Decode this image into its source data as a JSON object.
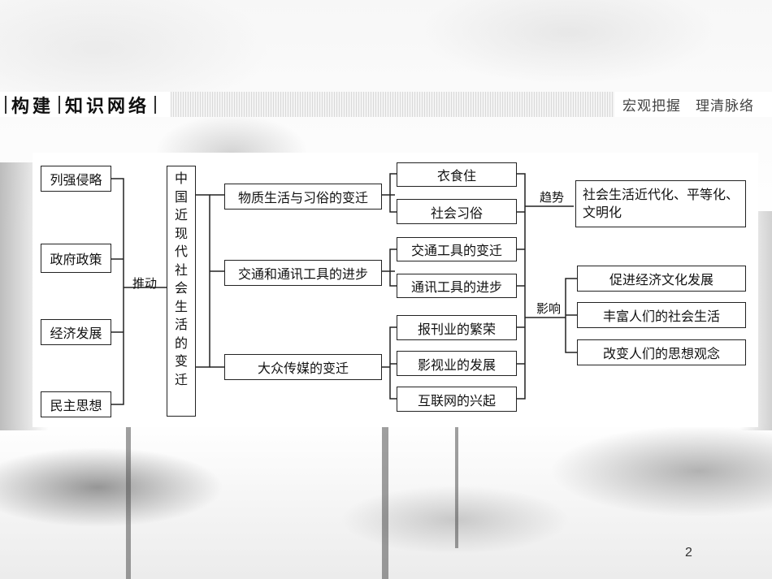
{
  "header": {
    "title_chars": [
      "构建",
      "知识网络"
    ],
    "subtitle": "宏观把握　理清脉络"
  },
  "diagram": {
    "drivers": [
      "列强侵略",
      "政府政策",
      "经济发展",
      "民主思想"
    ],
    "drive_label": "推动",
    "center_chars": [
      "中",
      "国",
      "近",
      "现",
      "代",
      "社",
      "会",
      "生",
      "活",
      "的",
      "变",
      "迁"
    ],
    "aspects": [
      "物质生活与习俗的变迁",
      "交通和通讯工具的进步",
      "大众传媒的变迁"
    ],
    "details": [
      "衣食住",
      "社会习俗",
      "交通工具的变迁",
      "通讯工具的进步",
      "报刊业的繁荣",
      "影视业的发展",
      "互联网的兴起"
    ],
    "trend_label": "趋势",
    "trend": "社会生活近代化、平等化、文明化",
    "influence_label": "影响",
    "influences": [
      "促进经济文化发展",
      "丰富人们的社会生活",
      "改变人们的思想观念"
    ]
  },
  "page_number": "2"
}
